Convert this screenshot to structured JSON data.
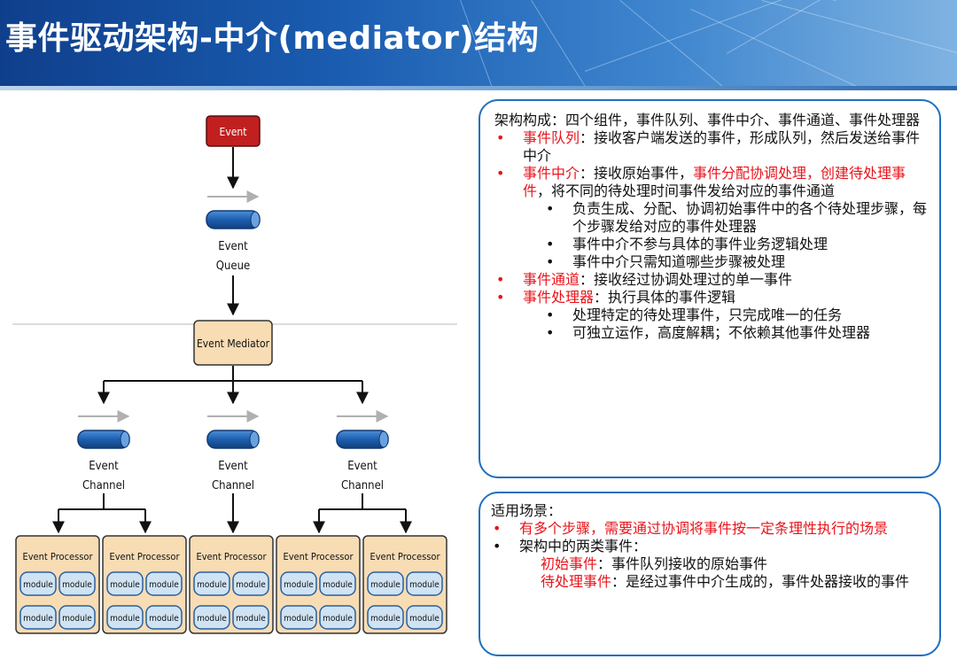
{
  "header": {
    "title": "事件驱动架构-中介(mediator)结构",
    "colors": {
      "bar_start": "#0f3f8c",
      "bar_end": "#7fb3e2",
      "title": "#ffffff"
    }
  },
  "diagram": {
    "event_label": "Event",
    "queue_label_1": "Event",
    "queue_label_2": "Queue",
    "mediator_label": "Event Mediator",
    "channel_label_1": "Event",
    "channel_label_2": "Channel",
    "processor_label": "Event Processor",
    "module_label": "module",
    "colors": {
      "event_fill": "#c0201f",
      "pipe_fill": "#1d5fb0",
      "mediator_fill": "#f7dcb4",
      "processor_fill": "#f7dcb4",
      "module_fill": "#cfe3f3",
      "module_stroke": "#2a5f9e"
    }
  },
  "structure_panel": {
    "intro": "架构构成：四个组件，事件队列、事件中介、事件通道、事件处理器",
    "queue": {
      "term": "事件队列",
      "desc": "：接收客户端发送的事件，形成队列，然后发送给事件中介"
    },
    "mediator": {
      "term": "事件中介",
      "desc_a": "：接收原始事件，",
      "highlight": "事件分配协调处理，创建待处理事件",
      "desc_b": "，将不同的待处理时间事件发给对应的事件通道",
      "subs": [
        "负责生成、分配、协调初始事件中的各个待处理步骤，每个步骤发给对应的事件处理器",
        "事件中介不参与具体的事件业务逻辑处理",
        "事件中介只需知道哪些步骤被处理"
      ]
    },
    "channel": {
      "term": "事件通道",
      "desc": "：接收经过协调处理过的单一事件"
    },
    "processor": {
      "term": "事件处理器",
      "desc": "：执行具体的事件逻辑",
      "subs": [
        "处理特定的待处理事件，只完成唯一的任务",
        "可独立运作，高度解耦；不依赖其他事件处理器"
      ]
    },
    "colors": {
      "border": "#1f6fbf",
      "highlight": "#e8141b"
    }
  },
  "scenario_panel": {
    "title": "适用场景：",
    "item1": "有多个步骤，需要通过协调将事件按一定条理性执行的场景",
    "item2": "架构中的两类事件：",
    "initial_term": "初始事件",
    "initial_desc": "：事件队列接收的原始事件",
    "pending_term": "待处理事件",
    "pending_desc": "：是经过事件中介生成的，事件处器接收的事件"
  }
}
